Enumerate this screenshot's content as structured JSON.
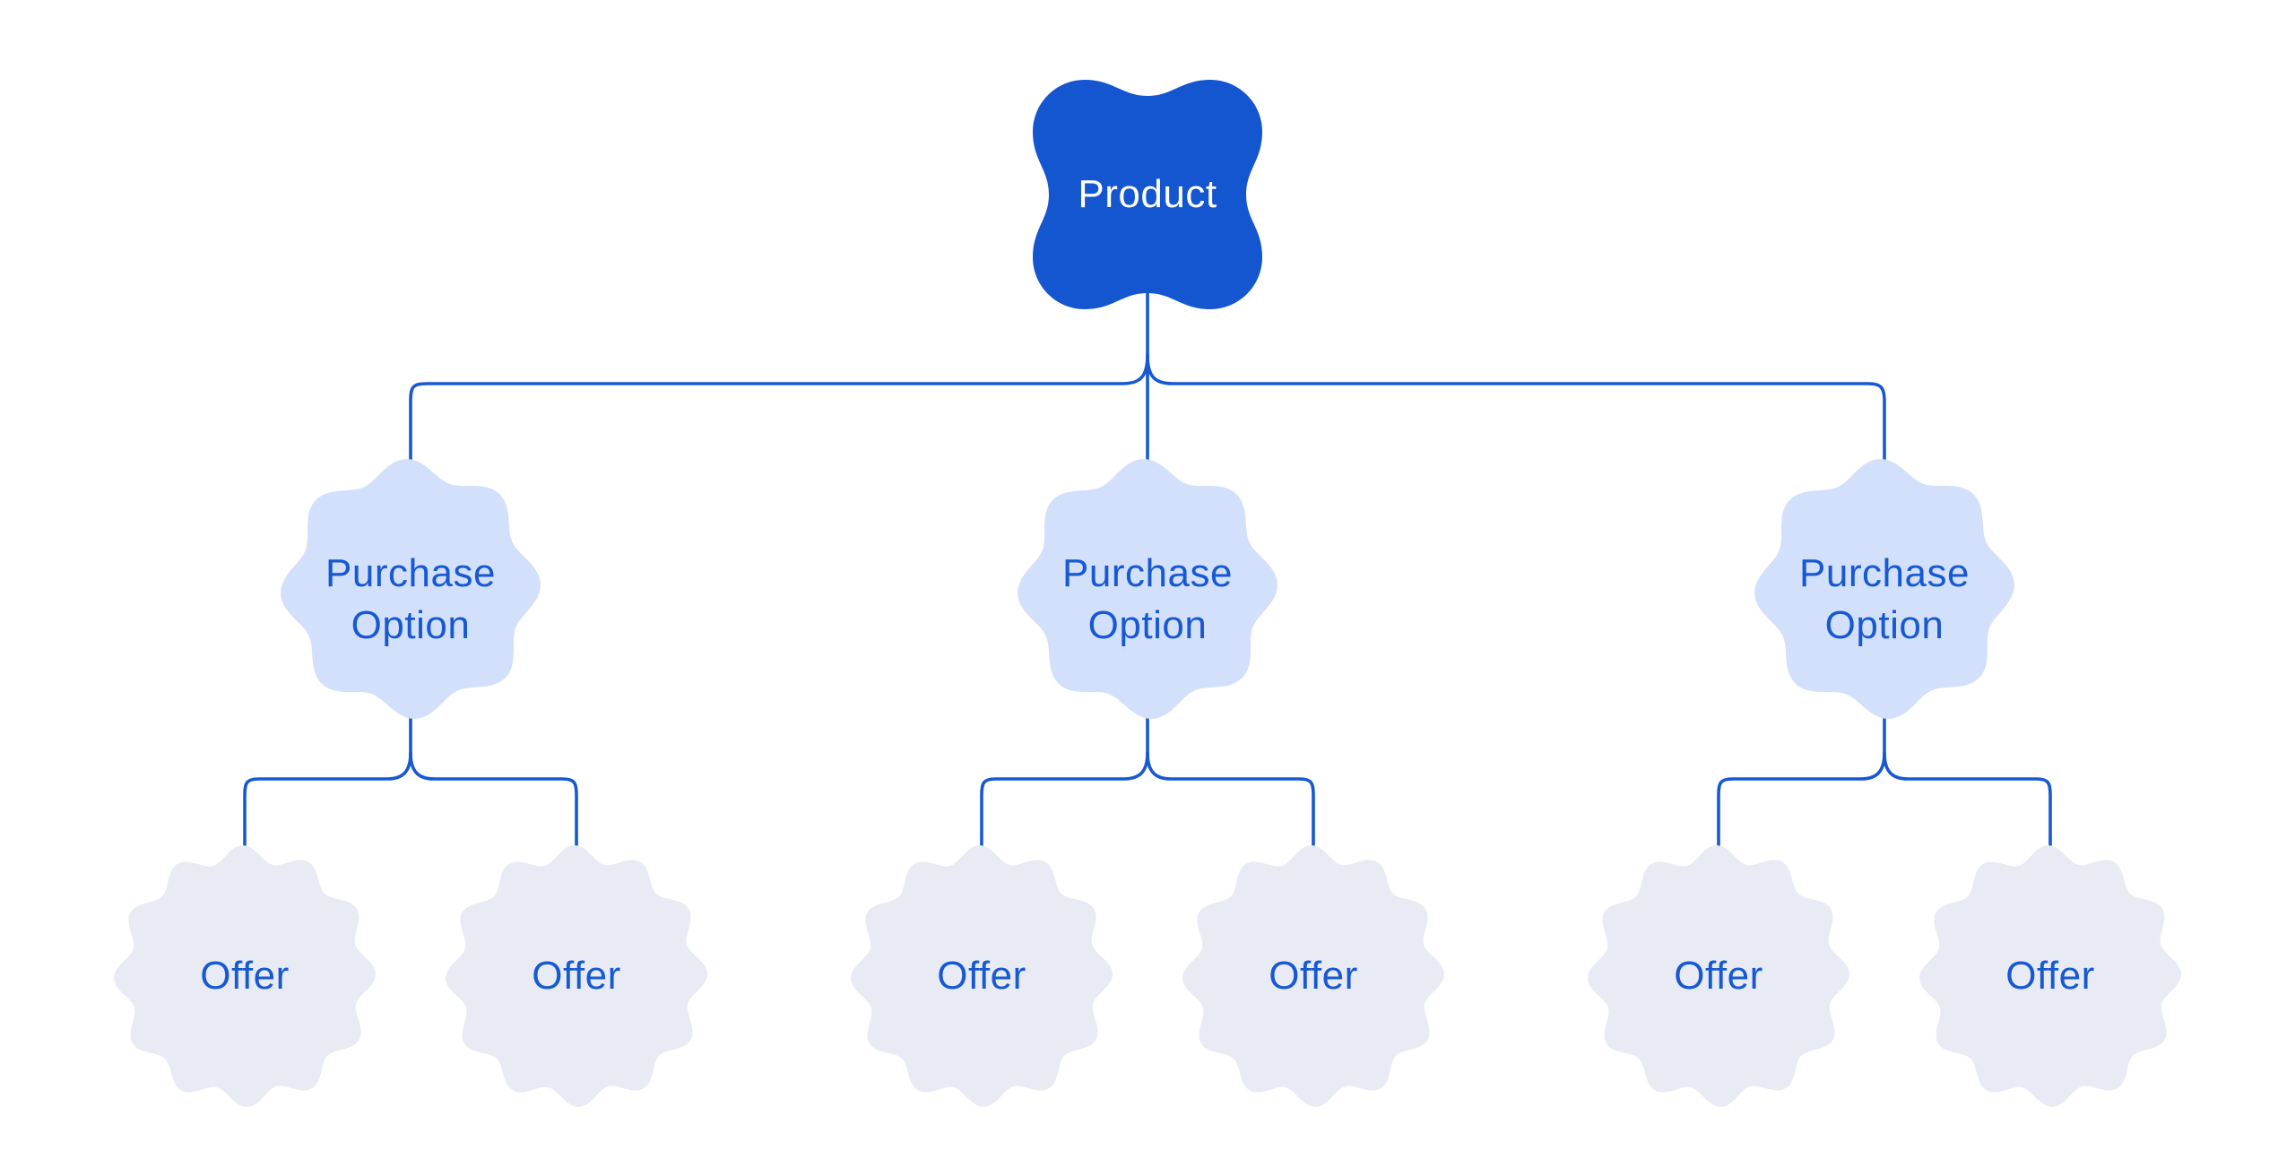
{
  "colors": {
    "background": "#ffffff",
    "product_fill": "#1456cf",
    "product_text": "#ffffff",
    "purchase_fill": "#d3e0fb",
    "offer_fill": "#e8ebf4",
    "accent_text": "#1759d3",
    "connector": "#1759d3"
  },
  "tree": {
    "root": {
      "label": "Product"
    },
    "purchase_options": [
      {
        "line1": "Purchase",
        "line2": "Option",
        "offers": [
          {
            "label": "Offer"
          },
          {
            "label": "Offer"
          }
        ]
      },
      {
        "line1": "Purchase",
        "line2": "Option",
        "offers": [
          {
            "label": "Offer"
          },
          {
            "label": "Offer"
          }
        ]
      },
      {
        "line1": "Purchase",
        "line2": "Option",
        "offers": [
          {
            "label": "Offer"
          },
          {
            "label": "Offer"
          }
        ]
      }
    ]
  }
}
